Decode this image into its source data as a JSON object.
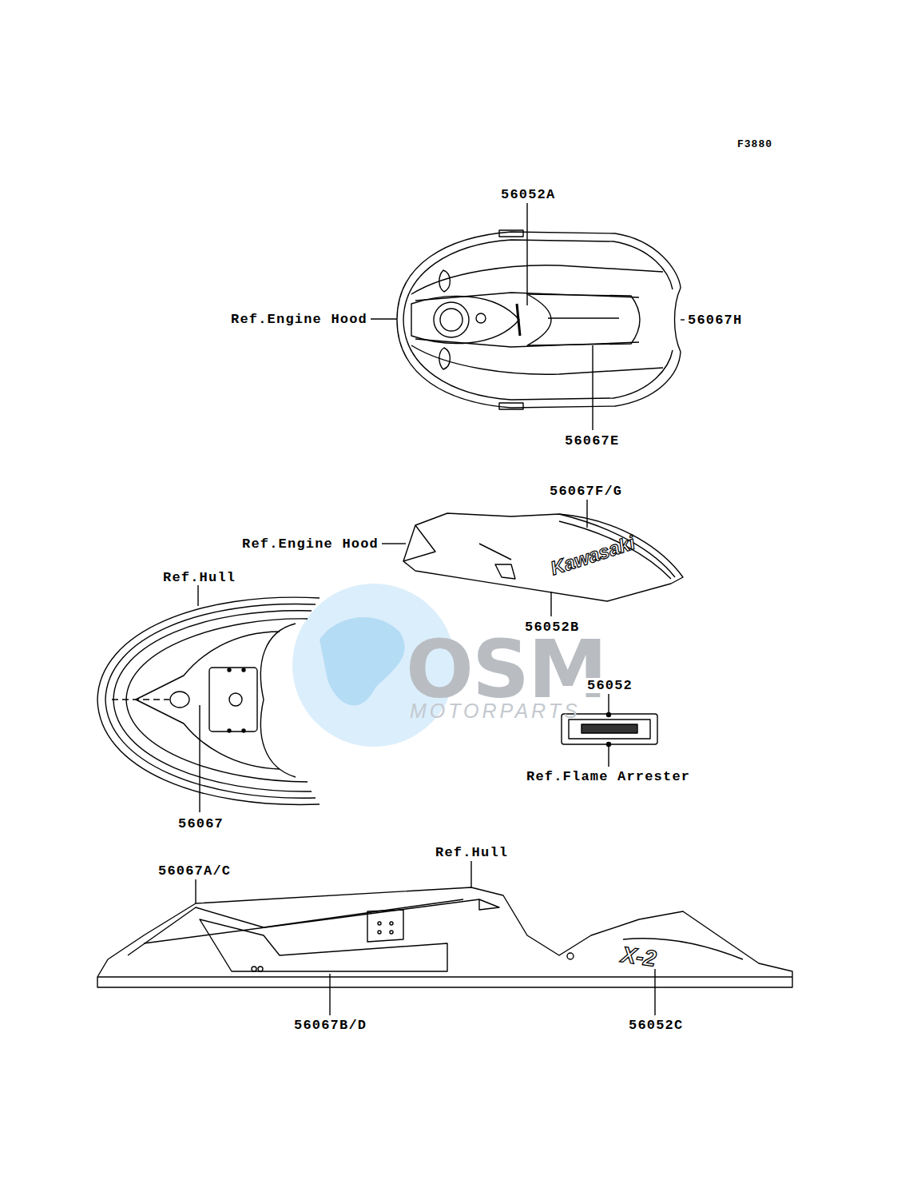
{
  "diagram": {
    "labels": [
      "F3880",
      "56052A",
      "Ref.Engine Hood",
      "56067H",
      "56067E",
      "56067F/G",
      "Ref.Engine Hood",
      "Ref.Hull",
      "56052B",
      "56052",
      "56067",
      "Ref.Flame Arrester",
      "Ref.Hull",
      "56067A/C",
      "56067B/D",
      "56052C",
      "Kawasaki",
      "X-2",
      "OSM",
      "MOTORPARTS"
    ]
  }
}
